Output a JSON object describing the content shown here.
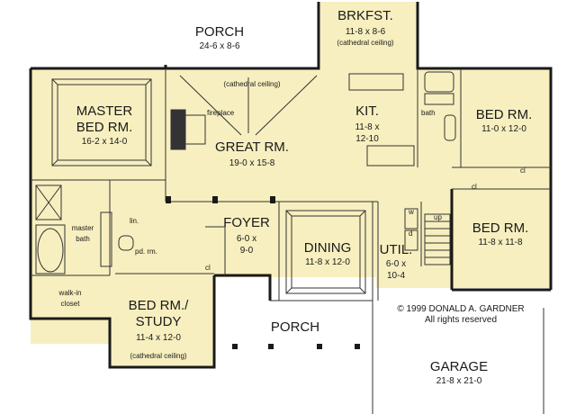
{
  "rooms": {
    "porch_top": {
      "name": "PORCH",
      "dim": "24-6  x  8-6"
    },
    "brkfst": {
      "name": "BRKFST.",
      "dim": "11-8  x  8-6",
      "note": "(cathedral ceiling)"
    },
    "master": {
      "name1": "MASTER",
      "name2": "BED RM.",
      "dim": "16-2  x  14-0"
    },
    "great": {
      "name": "GREAT RM.",
      "dim": "19-0  x  15-8",
      "note": "(cathedral ceiling)"
    },
    "fireplace": "fireplace",
    "kit": {
      "name": "KIT.",
      "dim1": "11-8  x",
      "dim2": "12-10"
    },
    "bath": "bath",
    "bed_ne": {
      "name": "BED RM.",
      "dim": "11-0  x  12-0"
    },
    "bed_e": {
      "name": "BED RM.",
      "dim": "11-8  x  11-8"
    },
    "cl": "cl",
    "master_bath": {
      "l1": "master",
      "l2": "bath"
    },
    "lin": "lin.",
    "pd_rm": "pd. rm.",
    "walkin": {
      "l1": "walk-in",
      "l2": "closet"
    },
    "foyer": {
      "name": "FOYER",
      "dim1": "6-0  x",
      "dim2": "9-0"
    },
    "dining": {
      "name": "DINING",
      "dim": "11-8  x  12-0"
    },
    "util": {
      "name": "UTIL.",
      "dim1": "6-0  x",
      "dim2": "10-4"
    },
    "w": "w",
    "d": "d",
    "up": "up",
    "study": {
      "name1": "BED RM./",
      "name2": "STUDY",
      "dim": "11-4  x  12-0",
      "note": "(cathedral ceiling)"
    },
    "porch_front": {
      "name": "PORCH"
    },
    "garage": {
      "name": "GARAGE",
      "dim": "21-8  x  21-0"
    }
  },
  "copyright": {
    "line1": "© 1999 DONALD A. GARDNER",
    "line2": "All rights reserved"
  },
  "colors": {
    "floor": "#f7efbf",
    "wall": "#1a1a1a",
    "background": "#ffffff"
  }
}
